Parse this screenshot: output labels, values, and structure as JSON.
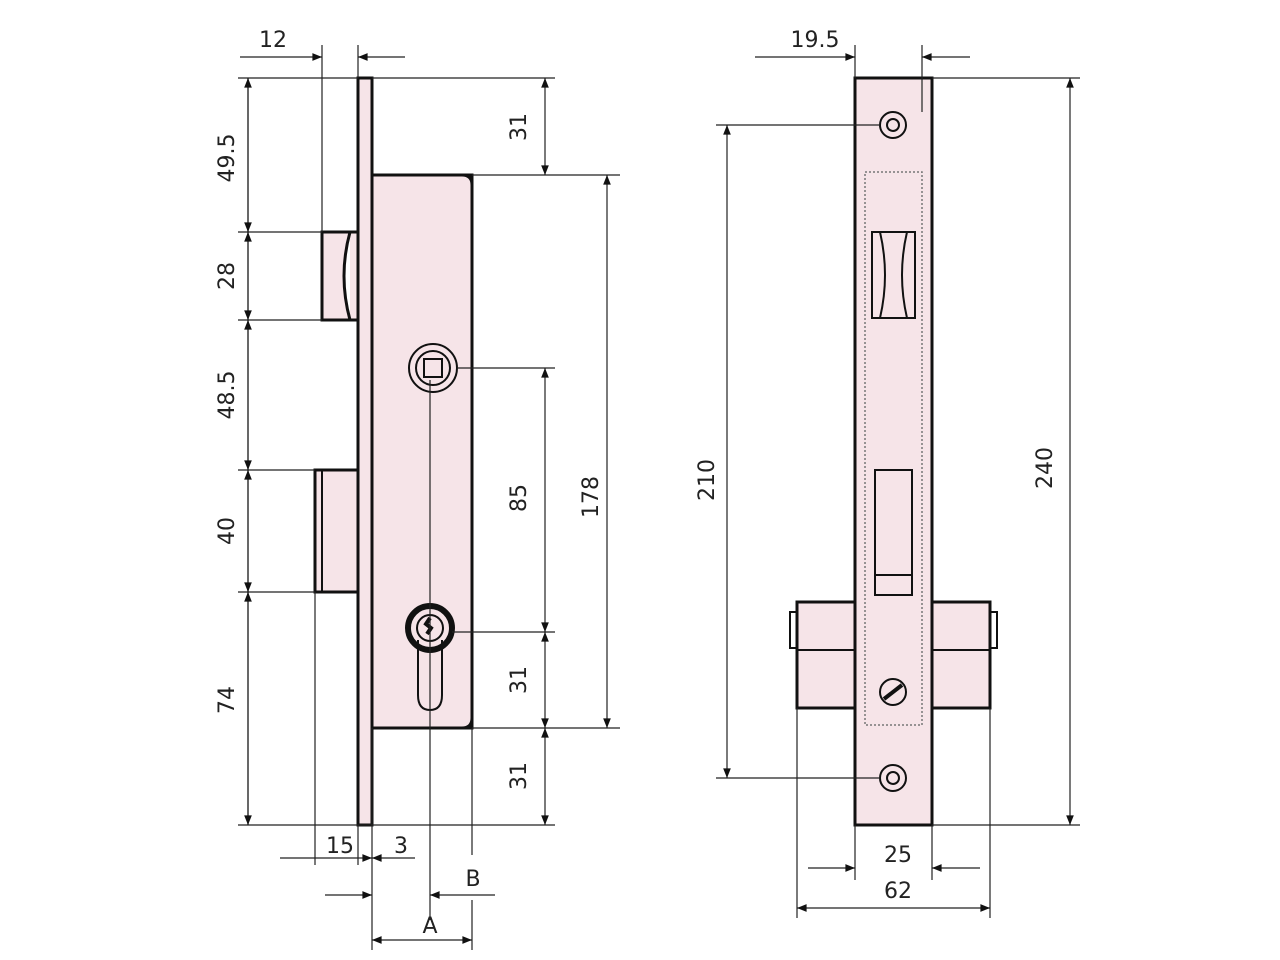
{
  "side_view": {
    "dims": {
      "latch_offset": "12",
      "top_to_latch": "49.5",
      "latch_height": "28",
      "latch_to_bolt": "48.5",
      "bolt_height": "40",
      "bolt_to_bottom": "74",
      "top_to_case": "31",
      "follower_to_cylinder": "85",
      "case_height": "178",
      "cylinder_to_case_bottom": "31",
      "case_to_bottom": "31",
      "bolt_throw": "15",
      "faceplate_thickness": "3",
      "label_b": "B",
      "label_a": "A"
    }
  },
  "front_view": {
    "dims": {
      "screw_offset": "19.5",
      "screw_spacing": "210",
      "faceplate_height": "240",
      "faceplate_width": "25",
      "cylinder_width": "62"
    }
  },
  "colors": {
    "fill": "#f6e4e8",
    "line": "#111111"
  }
}
